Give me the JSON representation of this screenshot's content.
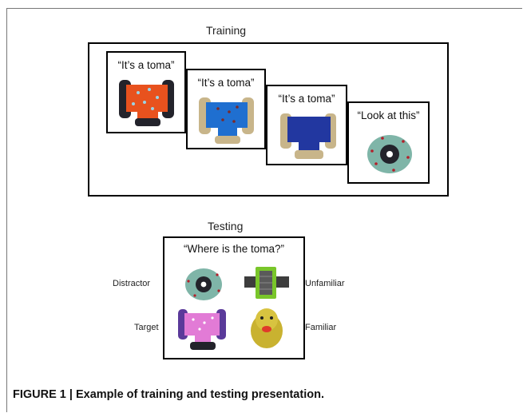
{
  "training": {
    "title": "Training",
    "cards": [
      {
        "quote": "“It’s a toma”",
        "object": "orange-tee-pipe"
      },
      {
        "quote": "“It’s a toma”",
        "object": "blue-tee-pipe"
      },
      {
        "quote": "“It’s a toma”",
        "object": "navy-tee-pipe"
      },
      {
        "quote": "“Look at this”",
        "object": "green-disc"
      }
    ]
  },
  "testing": {
    "title": "Testing",
    "question": "“Where is the toma?”",
    "labels": {
      "distractor": "Distractor",
      "unfamiliar": "Unfamiliar",
      "target": "Target",
      "familiar": "Familiar"
    }
  },
  "caption": "FIGURE 1 | Example of training and testing presentation.",
  "colors": {
    "orange": "#e8521e",
    "blue": "#1f6fd0",
    "navy": "#2237a0",
    "tan": "#c8b58a",
    "dark": "#23232b",
    "teal": "#7fb5a8",
    "pink": "#e27bd6",
    "yellow": "#c9b230",
    "lime": "#79c62a"
  }
}
